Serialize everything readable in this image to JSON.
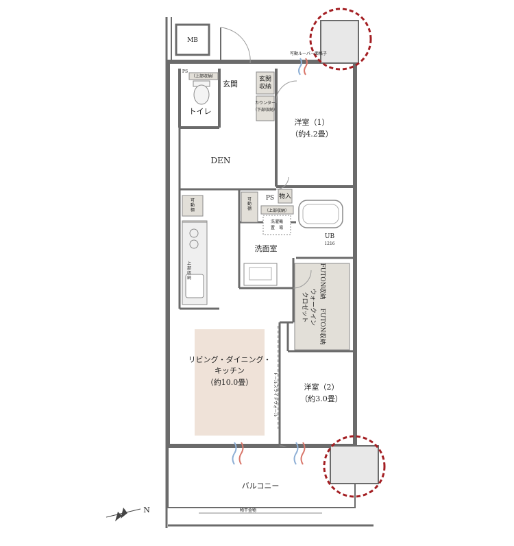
{
  "colors": {
    "wall": "#6b6b6b",
    "room_fill": "#ffffff",
    "storage_fill": "#e2dfd8",
    "ldk_highlight": "#efe2d8",
    "balcony_fill": "#ffffff",
    "highlight_circle": "#a31e22",
    "air_blue": "#8fb0d6",
    "air_red": "#d9776b"
  },
  "rooms": {
    "mb": "MB",
    "ps_top": "PS",
    "upper_storage_top": "（上部収納）",
    "genkan": "玄関",
    "genkan_storage_1": "玄関",
    "genkan_storage_2": "収納",
    "counter_1": "カウンター",
    "counter_2": "（下部収納）",
    "toilet": "トイレ",
    "western1_name": "洋室（1）",
    "western1_size": "（約4.2畳）",
    "den": "DEN",
    "movable_shelf_1a": "可",
    "movable_shelf_1b": "動",
    "movable_shelf_1c": "棚",
    "movable_shelf_2a": "可",
    "movable_shelf_2b": "動",
    "movable_shelf_2c": "棚",
    "ps_mid": "PS",
    "mono_ire": "物入",
    "upper_storage_mid": "（上部収納）",
    "washer_1": "洗濯機",
    "washer_2": "置　場",
    "ub": "UB",
    "ub_size": "1216",
    "washroom": "洗面室",
    "upper_storage_kitchen_a": "上",
    "upper_storage_kitchen_b": "部",
    "upper_storage_kitchen_c": "収",
    "upper_storage_kitchen_d": "納",
    "walkin_1": "ウォークイン",
    "walkin_2": "クロゼット",
    "futon_1": "FUTON収納",
    "futon_2": "FUTON収納",
    "ldk_1": "リビング・ダイニング・",
    "ldk_2": "キッチン",
    "ldk_3": "（約10.0畳）",
    "western2_name": "洋室（2）",
    "western2_size": "（約3.0畳）",
    "tall_sliding_wall": "トールスライドウォール",
    "balcony": "バルコニー",
    "clothes_hanger": "物干金物",
    "louver": "可動ルーバー面格子"
  },
  "compass": {
    "north_letter": "N"
  }
}
